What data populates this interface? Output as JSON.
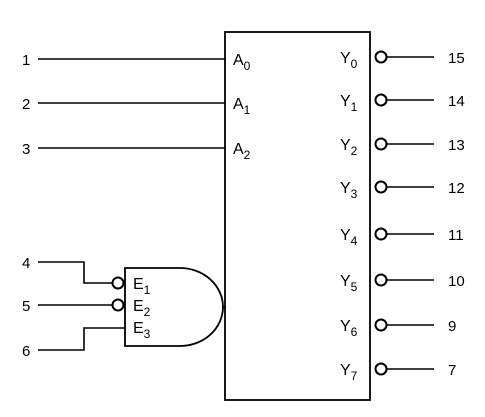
{
  "diagram": {
    "address_inputs": [
      {
        "pin": "1",
        "name": "A",
        "sub": "0"
      },
      {
        "pin": "2",
        "name": "A",
        "sub": "1"
      },
      {
        "pin": "3",
        "name": "A",
        "sub": "2"
      }
    ],
    "outputs": [
      {
        "pin": "15",
        "name": "Y",
        "sub": "0"
      },
      {
        "pin": "14",
        "name": "Y",
        "sub": "1"
      },
      {
        "pin": "13",
        "name": "Y",
        "sub": "2"
      },
      {
        "pin": "12",
        "name": "Y",
        "sub": "3"
      },
      {
        "pin": "11",
        "name": "Y",
        "sub": "4"
      },
      {
        "pin": "10",
        "name": "Y",
        "sub": "5"
      },
      {
        "pin": "9",
        "name": "Y",
        "sub": "6"
      },
      {
        "pin": "7",
        "name": "Y",
        "sub": "7"
      }
    ],
    "enable_inputs": [
      {
        "pin": "4",
        "name": "E",
        "sub": "1",
        "inverted": true
      },
      {
        "pin": "5",
        "name": "E",
        "sub": "2",
        "inverted": true
      },
      {
        "pin": "6",
        "name": "E",
        "sub": "3",
        "inverted": false
      }
    ]
  }
}
